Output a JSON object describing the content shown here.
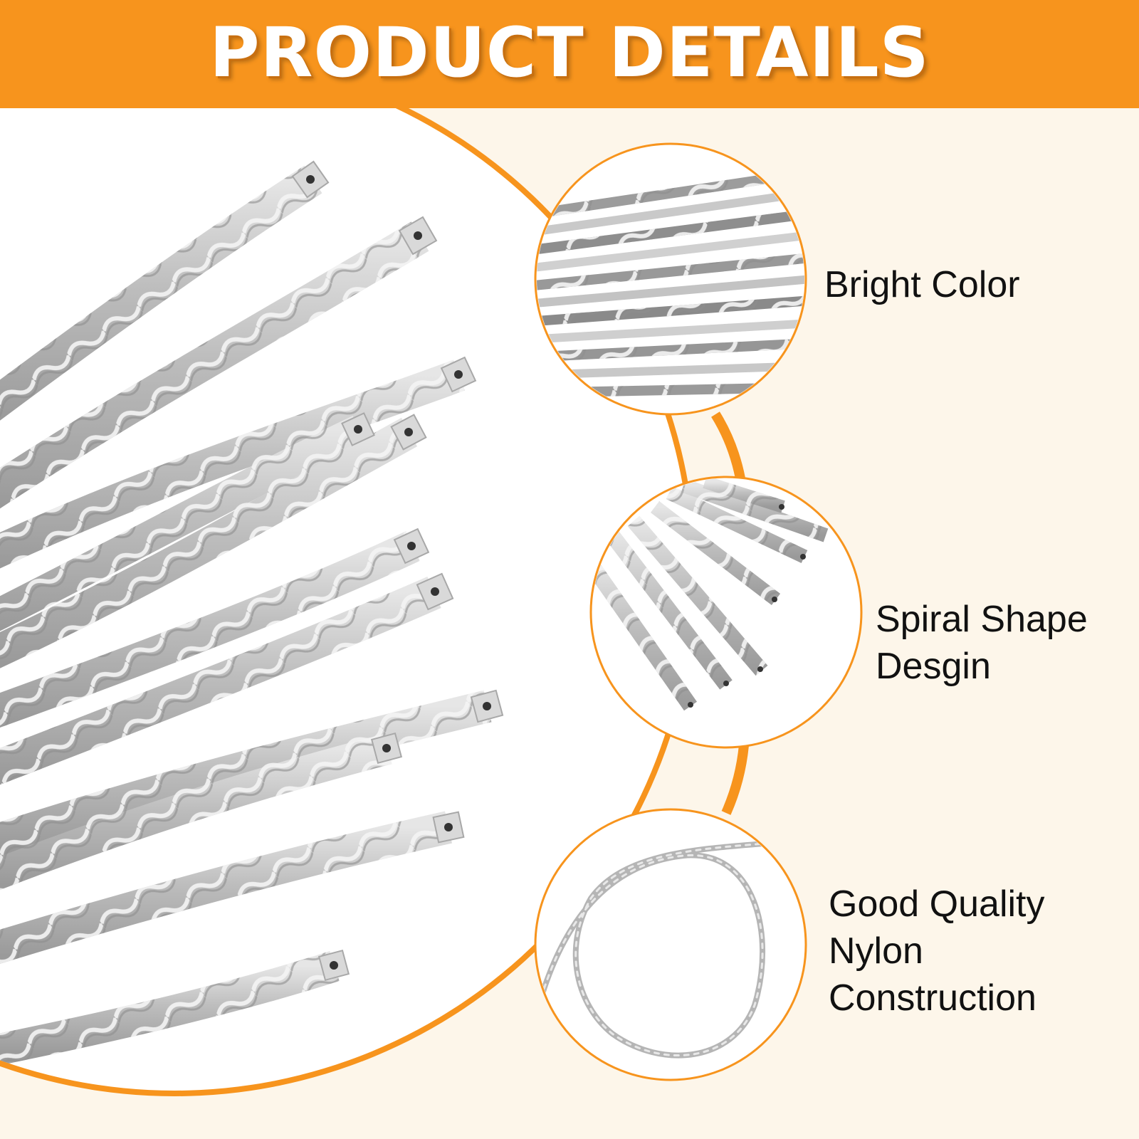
{
  "banner": {
    "title": "PRODUCT DETAILS"
  },
  "features": [
    {
      "icon": "bright-color-closeup-image",
      "lines": [
        "Bright Color"
      ]
    },
    {
      "icon": "spiral-shape-closeup-image",
      "lines": [
        "Spiral Shape",
        "Desgin"
      ]
    },
    {
      "icon": "nylon-loop-closeup-image",
      "lines": [
        "Good Quality",
        "Nylon",
        "Construction"
      ]
    }
  ],
  "colors": {
    "accent_orange": "#f7941d",
    "background_cream": "#fdf6ea",
    "line_silver": "#c4c4c4",
    "text_dark": "#111111"
  }
}
